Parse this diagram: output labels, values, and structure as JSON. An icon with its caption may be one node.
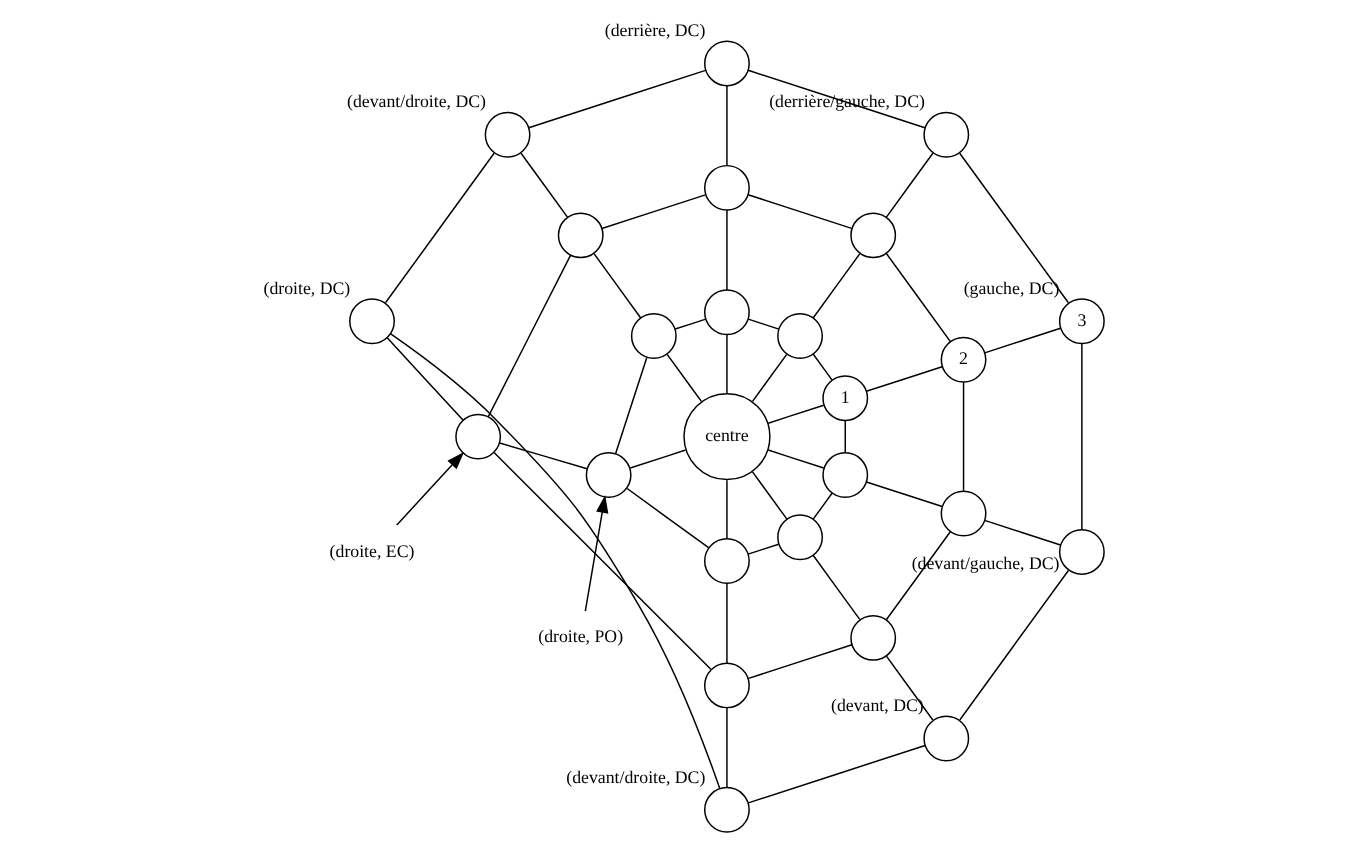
{
  "diagram": {
    "nodes": [
      {
        "text": [
          "centre"
        ]
      },
      {
        "text": [
          "1"
        ]
      },
      {
        "text": [],
        "shape": "circle"
      },
      {
        "text": [],
        "shape": "circle"
      },
      {
        "text": [],
        "shape": "circle"
      },
      {
        "text": [],
        "shape": "circle"
      },
      {
        "text": [],
        "shape": "circle"
      },
      {
        "text": [],
        "shape": "circle"
      },
      {
        "text": [],
        "shape": "circle"
      },
      {
        "text": [
          "2"
        ]
      },
      {
        "text": [],
        "shape": "circle"
      },
      {
        "text": [],
        "shape": "circle"
      },
      {
        "text": [],
        "shape": "circle"
      },
      {
        "text": [],
        "shape": "circle"
      },
      {
        "text": [],
        "shape": "circle"
      },
      {
        "text": [],
        "shape": "circle"
      },
      {
        "text": [],
        "shape": "circle"
      },
      {
        "text": [
          "3"
        ],
        "beside": [
          "(gauche, DC)"
        ]
      },
      {
        "text": [],
        "shape": "circle",
        "beside": [
          "(derrière/gauche, DC)"
        ]
      },
      {
        "text": [],
        "shape": "circle",
        "beside": [
          "(derrière, DC)"
        ]
      },
      {
        "text": [],
        "shape": "circle",
        "beside": [
          "(devant/droite, DC)"
        ]
      },
      {
        "text": [],
        "shape": "circle",
        "beside": [
          "(droite, DC)"
        ]
      },
      {
        "text": [],
        "shape": "circle",
        "beside": [
          "(devant/droite, DC)"
        ]
      },
      {
        "text": [],
        "shape": "circle",
        "beside": [
          "(devant, DC)"
        ]
      },
      {
        "text": [],
        "shape": "circle",
        "beside": [
          "(devant/gauche, DC)"
        ]
      },
      {
        "text": [
          "(droite, EC)"
        ]
      },
      {
        "text": [
          "(droite, PO)"
        ]
      }
    ],
    "edges": [
      {
        "from": 0,
        "to": 1,
        "arrow": "none"
      },
      {
        "from": 0,
        "to": 2,
        "arrow": "none"
      },
      {
        "from": 0,
        "to": 3,
        "arrow": "none"
      },
      {
        "from": 0,
        "to": 4,
        "arrow": "none"
      },
      {
        "from": 0,
        "to": 5,
        "arrow": "none"
      },
      {
        "from": 0,
        "to": 6,
        "arrow": "none"
      },
      {
        "from": 0,
        "to": 7,
        "arrow": "none"
      },
      {
        "from": 0,
        "to": 8,
        "arrow": "none"
      },
      {
        "from": 1,
        "to": 9,
        "arrow": "none"
      },
      {
        "from": 2,
        "to": 10,
        "arrow": "none"
      },
      {
        "from": 3,
        "to": 11,
        "arrow": "none"
      },
      {
        "from": 4,
        "to": 12,
        "arrow": "none"
      },
      {
        "from": 5,
        "to": 13,
        "arrow": "none"
      },
      {
        "from": 6,
        "to": 14,
        "arrow": "none"
      },
      {
        "from": 7,
        "to": 15,
        "arrow": "none"
      },
      {
        "from": 8,
        "to": 16,
        "arrow": "none"
      },
      {
        "from": 9,
        "to": 17,
        "arrow": "none"
      },
      {
        "from": 10,
        "to": 18,
        "arrow": "none"
      },
      {
        "from": 11,
        "to": 19,
        "arrow": "none"
      },
      {
        "from": 12,
        "to": 20,
        "arrow": "none"
      },
      {
        "from": 13,
        "to": 21,
        "arrow": "none"
      },
      {
        "from": 14,
        "to": 22,
        "arrow": "none"
      },
      {
        "from": 15,
        "to": 23,
        "arrow": "none"
      },
      {
        "from": 16,
        "to": 24,
        "arrow": "none"
      },
      {
        "from": 1,
        "to": 2,
        "arrow": "none"
      },
      {
        "from": 2,
        "to": 3,
        "arrow": "none"
      },
      {
        "from": 3,
        "to": 4,
        "arrow": "none"
      },
      {
        "from": 4,
        "to": 5,
        "arrow": "none"
      },
      {
        "from": 5,
        "to": 6,
        "arrow": "none"
      },
      {
        "from": 6,
        "to": 7,
        "arrow": "none"
      },
      {
        "from": 7,
        "to": 8,
        "arrow": "none"
      },
      {
        "from": 8,
        "to": 1,
        "arrow": "none"
      },
      {
        "from": 9,
        "to": 10,
        "arrow": "none"
      },
      {
        "from": 10,
        "to": 11,
        "arrow": "none"
      },
      {
        "from": 11,
        "to": 12,
        "arrow": "none"
      },
      {
        "from": 12,
        "to": 13,
        "arrow": "none"
      },
      {
        "from": 13,
        "to": 14,
        "arrow": "none"
      },
      {
        "from": 14,
        "to": 15,
        "arrow": "none"
      },
      {
        "from": 15,
        "to": 16,
        "arrow": "none"
      },
      {
        "from": 16,
        "to": 9,
        "arrow": "none"
      },
      {
        "from": 17,
        "to": 18,
        "arrow": "none"
      },
      {
        "from": 18,
        "to": 19,
        "arrow": "none"
      },
      {
        "from": 19,
        "to": 20,
        "arrow": "none"
      },
      {
        "from": 20,
        "to": 21,
        "arrow": "none"
      },
      {
        "from": 21,
        "to": 22,
        "arrow": "none"
      },
      {
        "from": 22,
        "to": 23,
        "arrow": "none"
      },
      {
        "from": 23,
        "to": 24,
        "arrow": "none"
      },
      {
        "from": 24,
        "to": 17,
        "arrow": "none"
      },
      {
        "from": 25,
        "to": 13,
        "arrow": "to"
      },
      {
        "from": 26,
        "to": 5,
        "arrow": "to"
      }
    ]
  }
}
